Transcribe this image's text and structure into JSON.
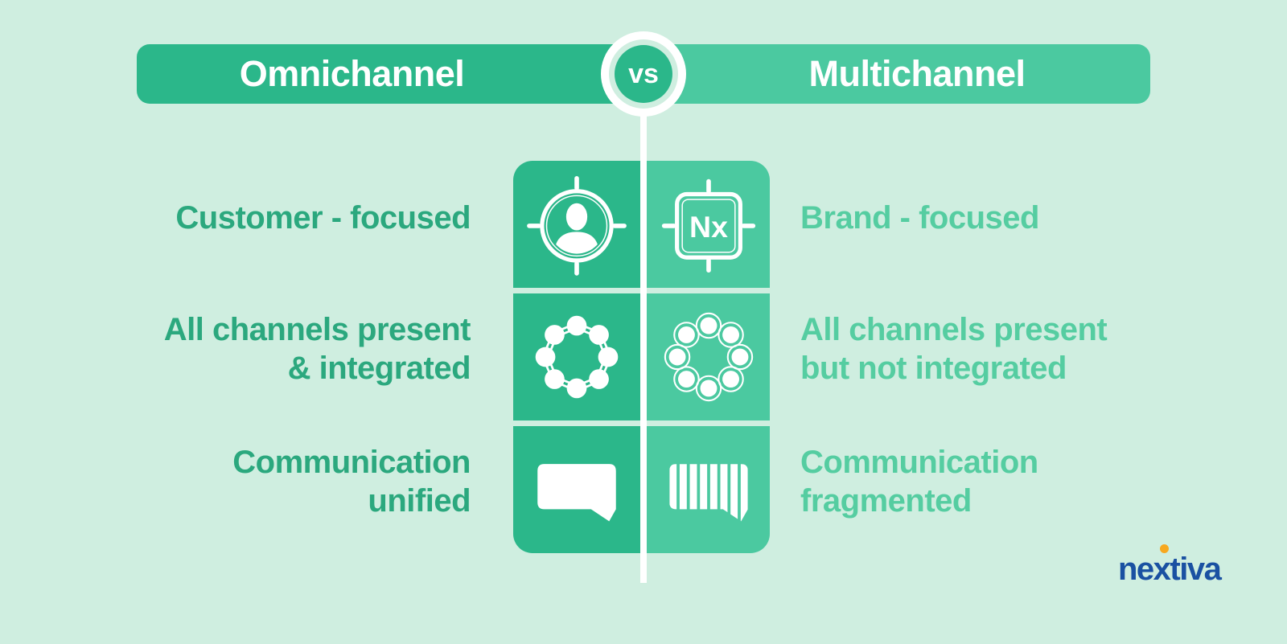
{
  "colors": {
    "background": "#cfeee0",
    "omni_green": "#2bb78a",
    "multi_green": "#4bc9a0",
    "omni_text": "#2ba87e",
    "multi_text": "#55cda1",
    "nextiva_blue": "#1a51a2",
    "nextiva_orange": "#f7a81f"
  },
  "header": {
    "left_title": "Omnichannel",
    "right_title": "Multichannel",
    "vs_label": "vs"
  },
  "comparison_rows": [
    {
      "left_label": "Customer - focused",
      "right_label": "Brand - focused",
      "left_icon": "customer-target-icon",
      "right_icon": "nx-brand-icon",
      "nx_logo_text": "Nx"
    },
    {
      "left_label": "All channels present\n& integrated",
      "right_label": "All channels present\nbut not integrated",
      "left_icon": "connected-channels-icon",
      "right_icon": "disconnected-channels-icon"
    },
    {
      "left_label": "Communication\nunified",
      "right_label": "Communication\nfragmented",
      "left_icon": "unified-speech-bubble-icon",
      "right_icon": "fragmented-speech-bubble-icon"
    }
  ],
  "footer": {
    "brand_name": "nextiva"
  }
}
